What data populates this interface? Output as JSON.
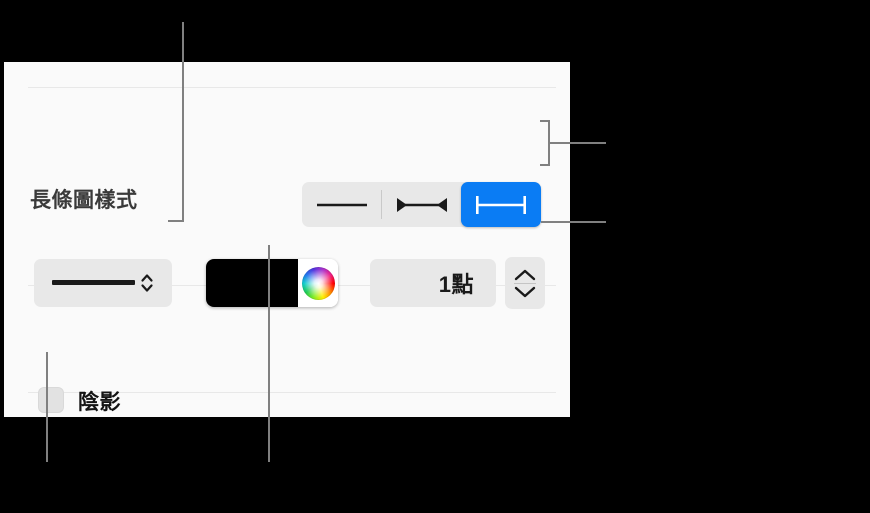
{
  "panel": {
    "section_title": "長條圖樣式",
    "shadow": {
      "label": "陰影",
      "checked": false
    },
    "line_style": {
      "name": "line-style-popup",
      "preview": "solid-line",
      "chevron": "chevron-up-down-icon"
    },
    "color_well": {
      "name": "stroke-color-well",
      "swatch_color": "#000000",
      "wheel": "color-wheel-icon"
    },
    "stroke_width": {
      "value": "1點",
      "stepper_up": "chevron-up-icon",
      "stepper_down": "chevron-down-icon"
    },
    "endpoints": {
      "name": "endpoint-style-segmented-control",
      "selected_index": 2,
      "options": [
        {
          "id": "plain-line",
          "icon": "plain-line-icon",
          "selected": false
        },
        {
          "id": "arrow-endpoints",
          "icon": "arrow-endpoints-icon",
          "selected": false
        },
        {
          "id": "bar-endpoints",
          "icon": "bar-endpoints-icon",
          "selected": true
        }
      ],
      "selected_color": "#0a7cf4"
    }
  },
  "colors": {
    "panel_background": "#fafafa",
    "control_background": "#e8e8e8",
    "accent": "#0a7cf4",
    "text": "#1a1a1a",
    "callout": "#808080",
    "backdrop": "#000000"
  },
  "callouts": [
    {
      "id": "callout-line-style",
      "target": "line-style-popup"
    },
    {
      "id": "callout-endpoints",
      "target": "endpoint-style-segmented-control"
    },
    {
      "id": "callout-stroke-width",
      "target": "stroke-width-stepper"
    },
    {
      "id": "callout-shadow",
      "target": "shadow-checkbox"
    },
    {
      "id": "callout-color",
      "target": "stroke-color-well"
    }
  ]
}
